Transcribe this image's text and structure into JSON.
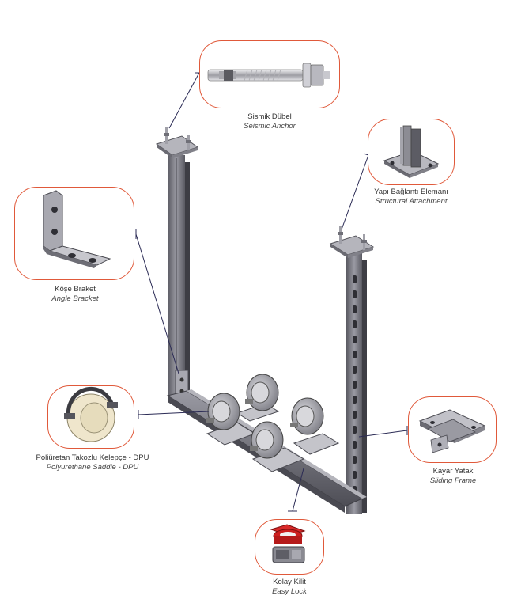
{
  "colors": {
    "callout_border": "#e0593a",
    "leader_line": "#2b2b55",
    "steel": "#8e8e96",
    "steel_dark": "#4b4b52",
    "polyurethane": "#efe6cc",
    "easy_lock_red": "#cc1f1f"
  },
  "components": [
    {
      "id": "seismic-anchor",
      "tr": "Sismik Dübel",
      "en": "Seismic Anchor",
      "icon": "seismic-anchor-bolt-icon"
    },
    {
      "id": "structural-attachment",
      "tr": "Yapı Bağlantı Elemanı",
      "en": "Structural Attachment",
      "icon": "structural-attachment-icon"
    },
    {
      "id": "angle-bracket",
      "tr": "Köşe Braket",
      "en": "Angle Bracket",
      "icon": "angle-bracket-icon"
    },
    {
      "id": "polyurethane-saddle",
      "tr": "Poliüretan Takozlu Kelepçe - DPU",
      "en": "Polyurethane Saddle - DPU",
      "icon": "polyurethane-saddle-icon"
    },
    {
      "id": "sliding-frame",
      "tr": "Kayar Yatak",
      "en": "Sliding Frame",
      "icon": "sliding-frame-icon"
    },
    {
      "id": "easy-lock",
      "tr": "Kolay Kilit",
      "en": "Easy Lock",
      "icon": "easy-lock-icon"
    }
  ]
}
